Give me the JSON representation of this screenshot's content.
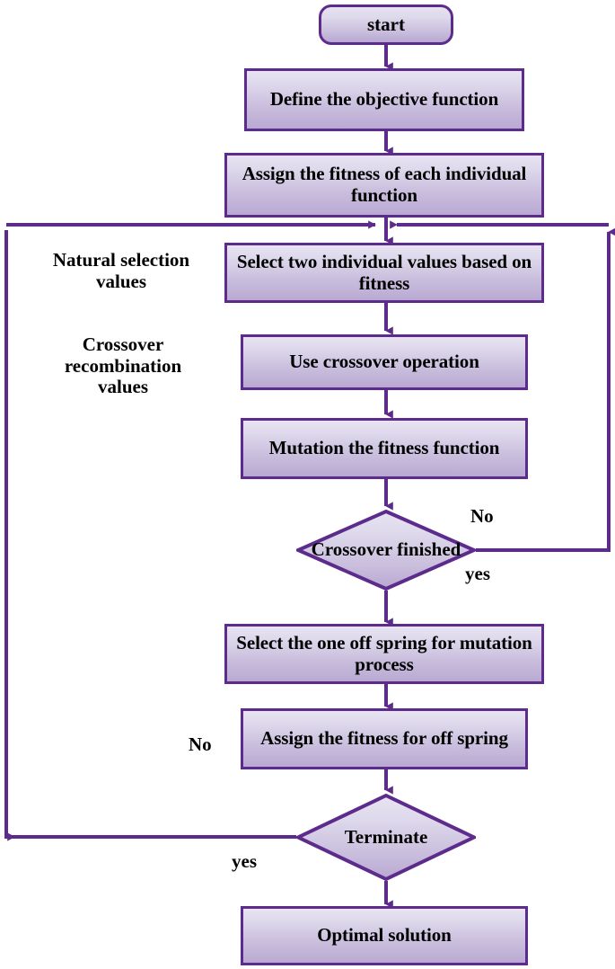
{
  "diagram": {
    "title": "Genetic algorithm flowchart",
    "colors": {
      "stroke": "#5d2b8c",
      "fill_top": "#e8e4f1",
      "fill_bottom": "#b8a8d1",
      "text": "#000000",
      "background": "#ffffff"
    },
    "nodes": [
      {
        "id": "start",
        "shape": "terminator",
        "label": "start"
      },
      {
        "id": "define_objective",
        "shape": "process",
        "label": "Define the objective function"
      },
      {
        "id": "assign_fitness",
        "shape": "process",
        "label": "Assign the fitness of each individual function"
      },
      {
        "id": "select_two",
        "shape": "process",
        "label": "Select two individual values based on fitness"
      },
      {
        "id": "use_crossover",
        "shape": "process",
        "label": "Use crossover operation"
      },
      {
        "id": "mutation_fitness",
        "shape": "process",
        "label": "Mutation the fitness function"
      },
      {
        "id": "crossover_finished",
        "shape": "decision",
        "label": "Crossover finished"
      },
      {
        "id": "select_offspring",
        "shape": "process",
        "label": "Select the one off spring for mutation process"
      },
      {
        "id": "assign_off_spring",
        "shape": "process",
        "label": "Assign the fitness for off spring"
      },
      {
        "id": "terminate",
        "shape": "decision",
        "label": "Terminate"
      },
      {
        "id": "optimal_solution",
        "shape": "process",
        "label": "Optimal solution"
      }
    ],
    "edge_labels": [
      {
        "id": "crossover_no",
        "text": "No"
      },
      {
        "id": "crossover_yes",
        "text": "yes"
      },
      {
        "id": "terminate_no",
        "text": "No"
      },
      {
        "id": "terminate_yes",
        "text": "yes"
      }
    ],
    "side_notes": [
      {
        "id": "natural_selection",
        "text": "Natural selection values"
      },
      {
        "id": "crossover_recombination",
        "text": "Crossover recombination values"
      }
    ]
  }
}
